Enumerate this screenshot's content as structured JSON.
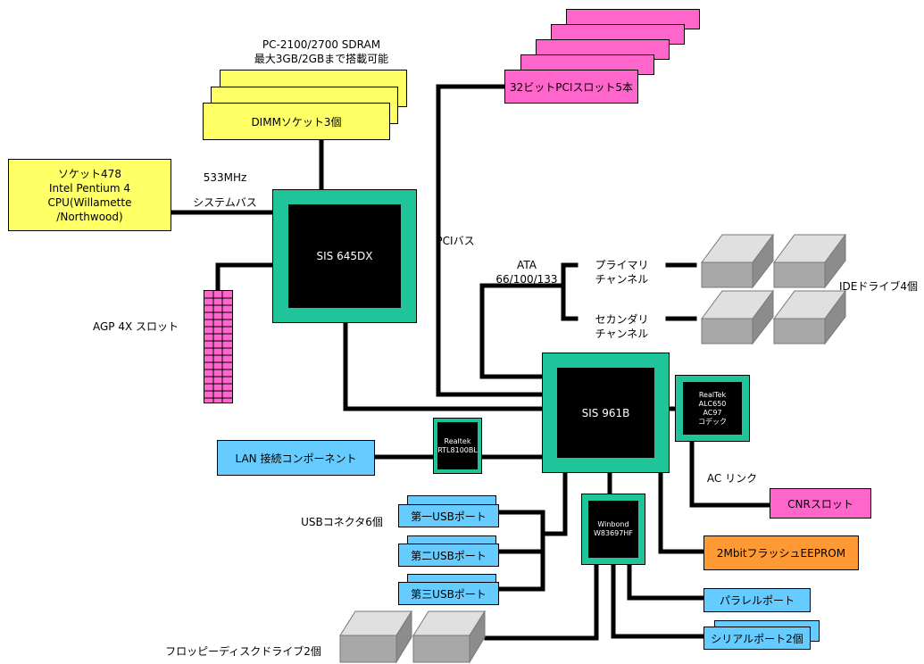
{
  "memory": {
    "spec_line1": "PC-2100/2700 SDRAM",
    "spec_line2": "最大3GB/2GBまで搭載可能",
    "dimm_label": "DIMMソケット3個"
  },
  "cpu": {
    "label": "ソケット478\nIntel Pentium 4\nCPU(Willamette\n/Northwood)"
  },
  "system_bus": {
    "freq": "533MHz",
    "label": "システムバス"
  },
  "northbridge": {
    "label": "SIS 645DX"
  },
  "agp": {
    "label": "AGP 4X スロット"
  },
  "pci": {
    "slots_label": "32ビットPCIスロット5本",
    "bus_label": "PCIバス"
  },
  "ata": {
    "label": "ATA\n66/100/133",
    "primary": "プライマリ\nチャンネル",
    "secondary": "セカンダリ\nチャンネル",
    "drives_label": "IDEドライブ4個"
  },
  "southbridge": {
    "label": "SIS 961B"
  },
  "audio_codec": {
    "label": "RealTek\nALC650\nAC97\nコデック"
  },
  "ac_link": {
    "label": "AC リンク"
  },
  "cnr": {
    "label": "CNRスロット"
  },
  "lan_chip": {
    "label": "Realtek\nRTL8100BL"
  },
  "lan": {
    "label": "LAN 接続コンポーネント"
  },
  "usb": {
    "connectors_label": "USBコネクタ6個",
    "ports": [
      "第一USBポート",
      "第二USBポート",
      "第三USBポート"
    ]
  },
  "superio": {
    "label": "Winbond\nW83697HF"
  },
  "flash": {
    "label": "2MbitフラッシュEEPROM"
  },
  "parallel": {
    "label": "パラレルポート"
  },
  "serial": {
    "label": "シリアルポート2個"
  },
  "floppy": {
    "label": "フロッピーディスクドライブ2個"
  },
  "colors": {
    "chip_green": "#1fc49a",
    "memory_yellow": "#ffff66",
    "pci_pink": "#ff66cc",
    "io_blue": "#66ccff",
    "flash_orange": "#ff9933",
    "drive_gray": "#b3b3b3"
  }
}
